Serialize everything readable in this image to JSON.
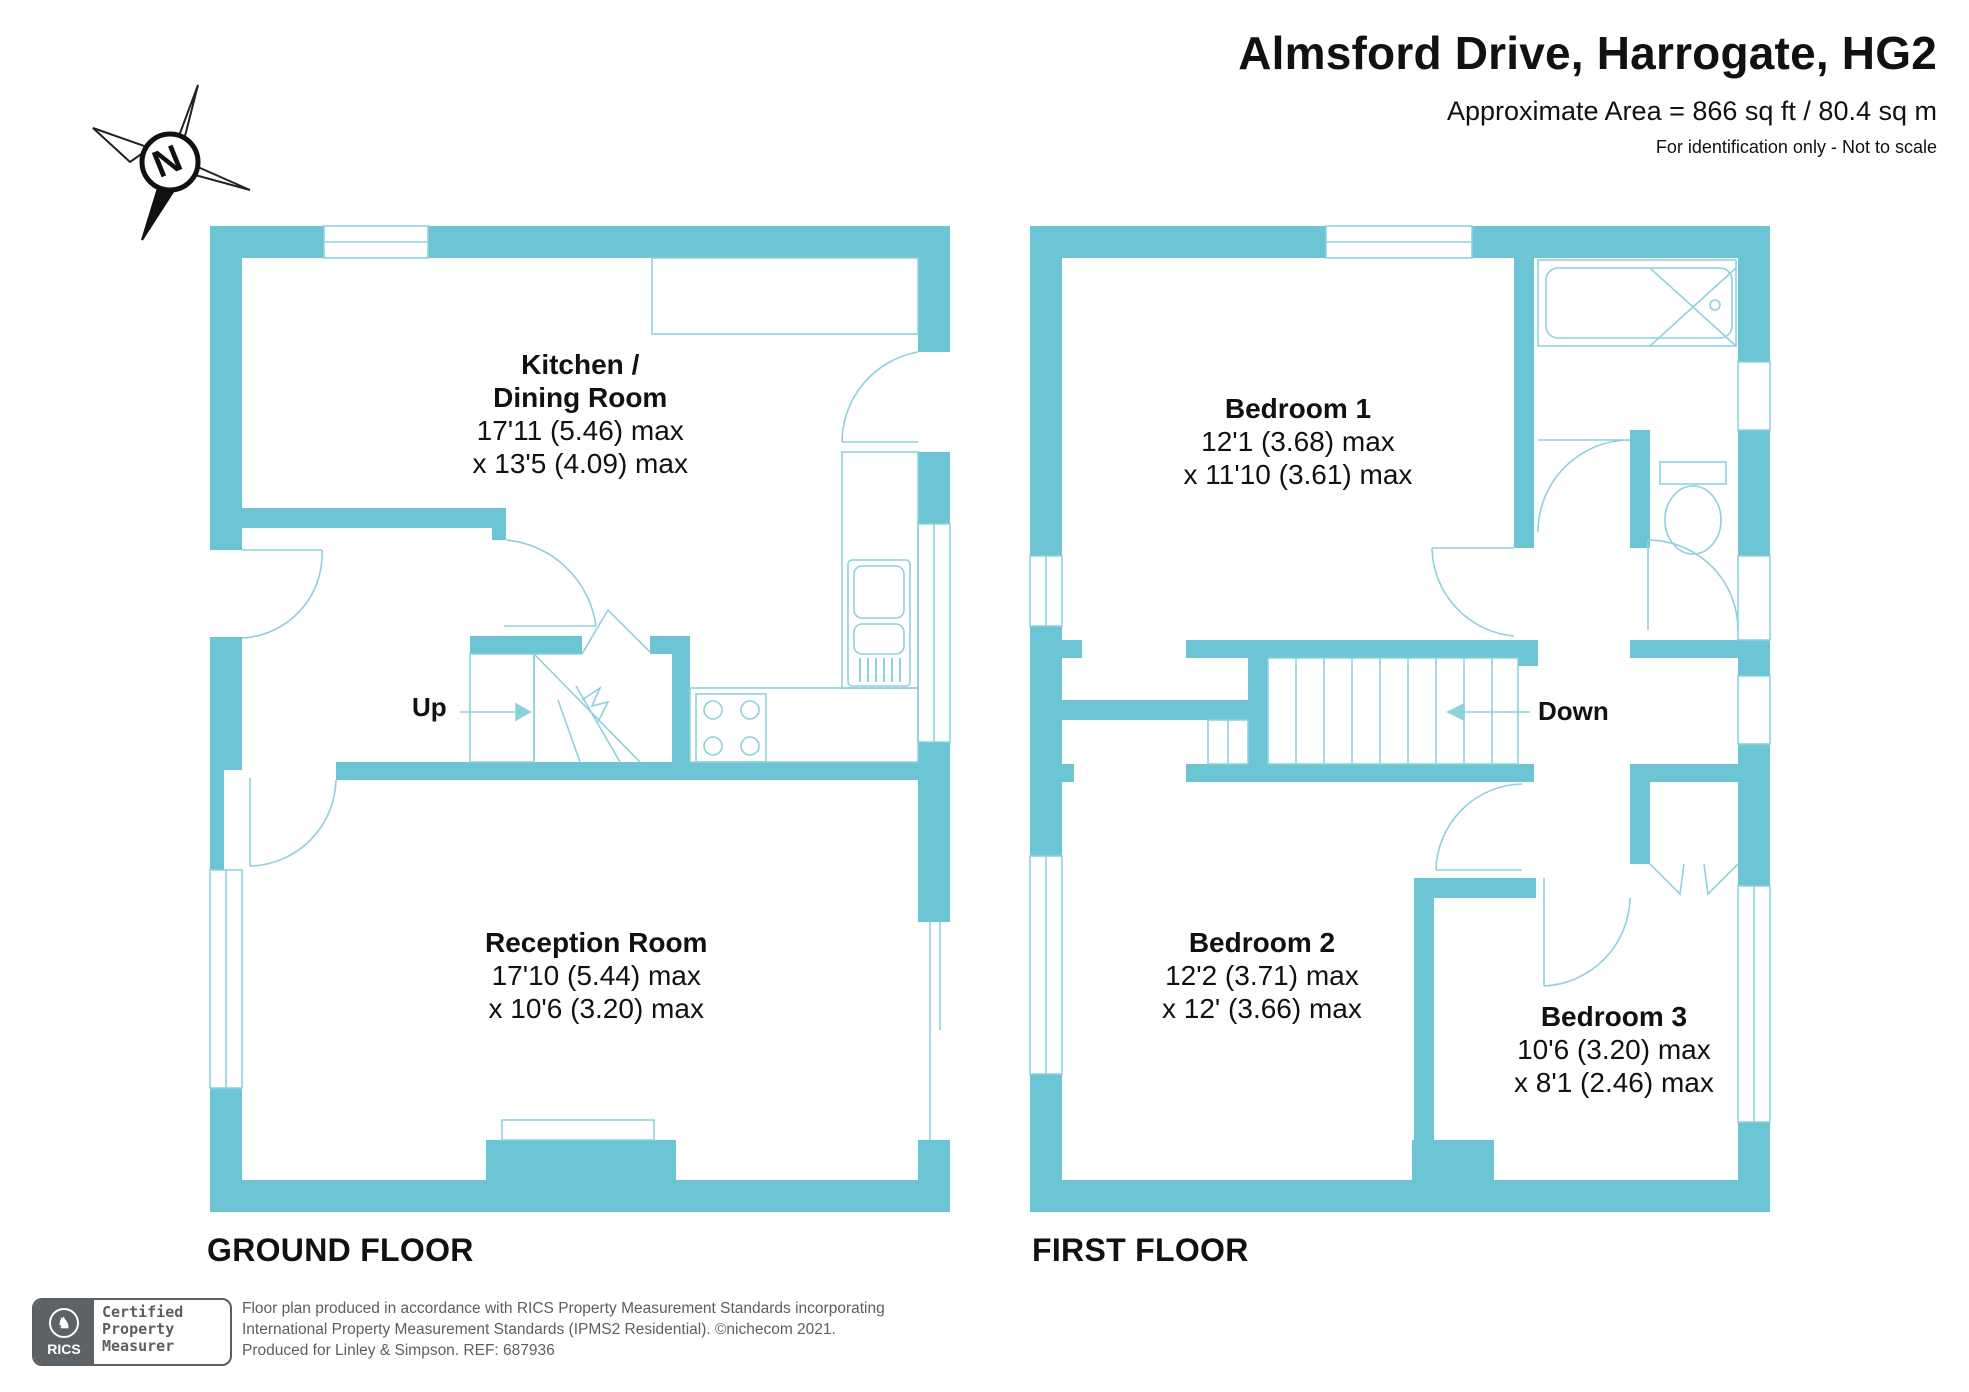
{
  "header": {
    "title": "Almsford Drive, Harrogate, HG2",
    "area": "Approximate Area = 866 sq ft / 80.4 sq m",
    "identification": "For identification only - Not to scale"
  },
  "compass": {
    "label": "N"
  },
  "ground_floor": {
    "label": "GROUND FLOOR",
    "stair_label": "Up",
    "rooms": [
      {
        "name": "Kitchen /",
        "name2": "Dining Room",
        "dim1": "17'11 (5.46) max",
        "dim2": "x 13'5 (4.09) max"
      },
      {
        "name": "Reception Room",
        "dim1": "17'10 (5.44) max",
        "dim2": "x 10'6 (3.20) max"
      }
    ]
  },
  "first_floor": {
    "label": "FIRST FLOOR",
    "stair_label": "Down",
    "rooms": [
      {
        "name": "Bedroom 1",
        "dim1": "12'1 (3.68) max",
        "dim2": "x 11'10 (3.61) max"
      },
      {
        "name": "Bedroom 2",
        "dim1": "12'2 (3.71) max",
        "dim2": "x 12' (3.66) max"
      },
      {
        "name": "Bedroom 3",
        "dim1": "10'6 (3.20) max",
        "dim2": "x 8'1 (2.46) max"
      }
    ]
  },
  "badge": {
    "org": "RICS",
    "line1": "Certified",
    "line2": "Property",
    "line3": "Measurer"
  },
  "footer": {
    "line1": "Floor plan produced in accordance with RICS Property Measurement Standards incorporating",
    "line2": "International Property Measurement Standards (IPMS2 Residential).   ©nichecom 2021.",
    "line3": "Produced for Linley & Simpson.   REF:  687936"
  },
  "colors": {
    "wall": "#6bc5d5",
    "fixture": "#8fd0dd",
    "text": "#111111"
  }
}
